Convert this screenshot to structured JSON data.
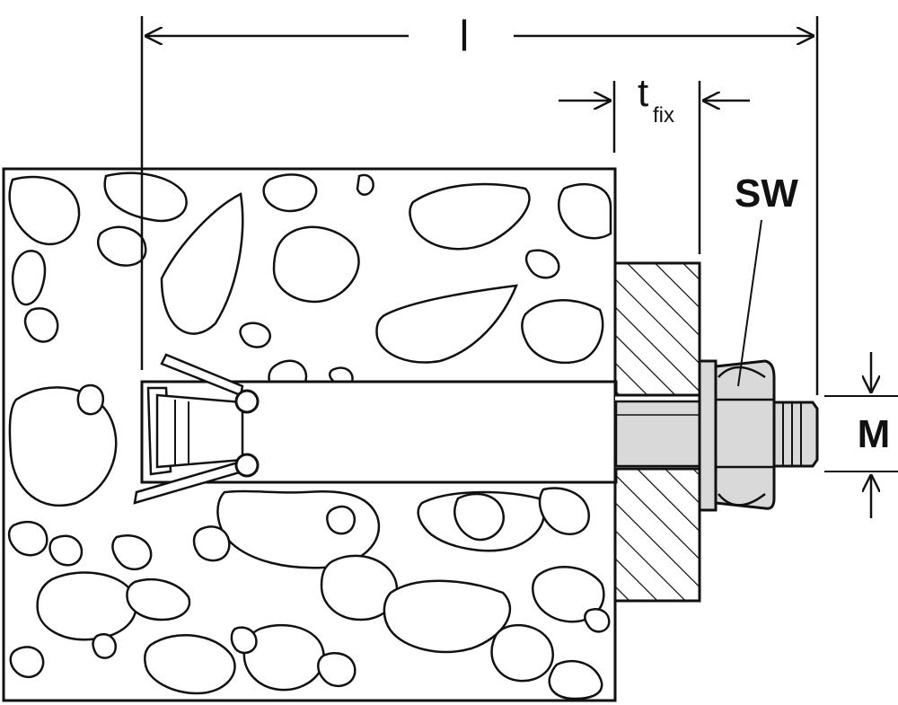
{
  "labels": {
    "length": "l",
    "t_main": "t",
    "t_sub": "fix",
    "wrench_size": "SW",
    "thread": "M"
  },
  "colors": {
    "line": "#111111",
    "background": "#ffffff",
    "shading": "#d9d9d9"
  }
}
